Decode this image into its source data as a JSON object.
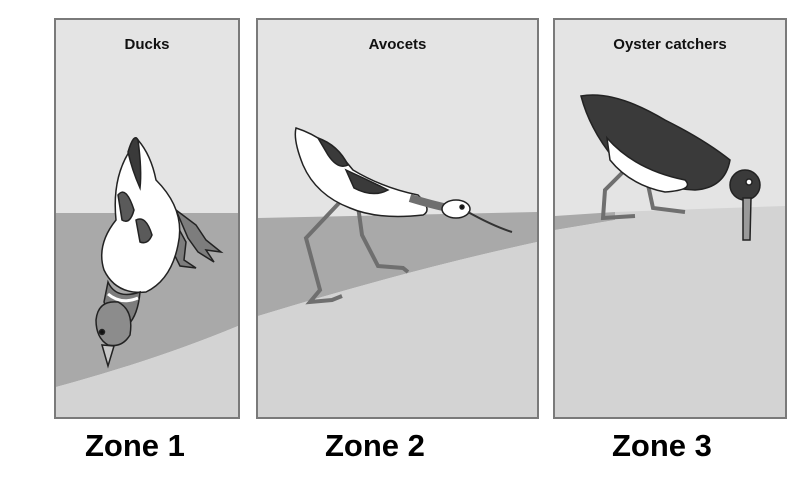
{
  "panels": [
    {
      "title": "Ducks",
      "zone": "Zone 1",
      "bird": "duck"
    },
    {
      "title": "Avocets",
      "zone": "Zone 2",
      "bird": "avocet"
    },
    {
      "title": "Oyster catchers",
      "zone": "Zone 3",
      "bird": "oystercatcher"
    }
  ],
  "colors": {
    "sky": "#e4e4e4",
    "water": "#a9a9a9",
    "mud": "#d3d3d3",
    "border": "#7a7a7a",
    "bird_dark": "#3a3a3a",
    "bird_mid": "#8c8c8c",
    "bird_white": "#ffffff"
  }
}
